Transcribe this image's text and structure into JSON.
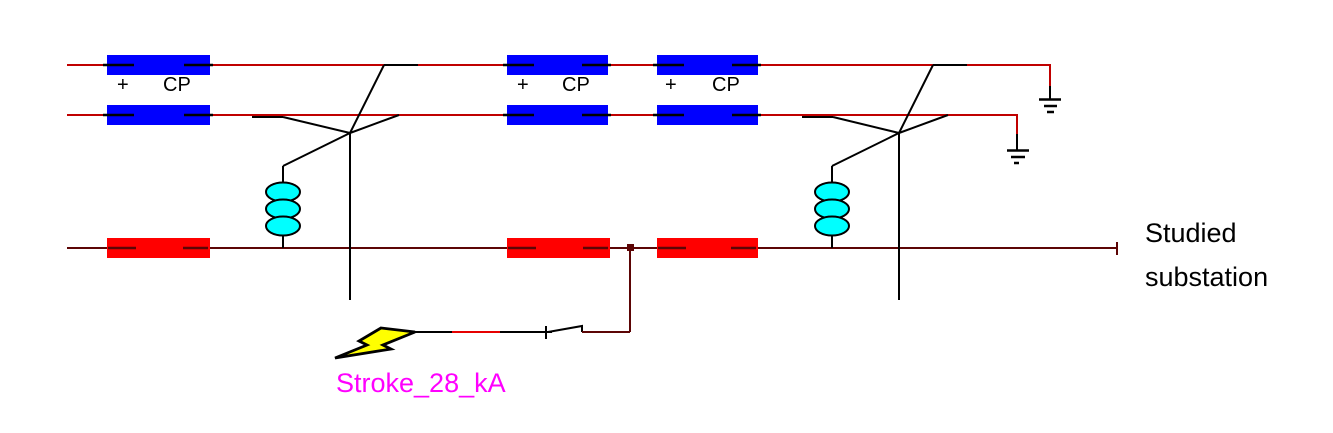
{
  "diagram": {
    "background": "#FFFFFF",
    "cp_sections": [
      {
        "plus": "+",
        "label": "CP"
      },
      {
        "plus": "+",
        "label": "CP"
      },
      {
        "plus": "+",
        "label": "CP"
      }
    ],
    "stroke_source": {
      "label": "Stroke_28_kA"
    },
    "substation": {
      "line1": "Studied",
      "line2": "substation"
    },
    "colors": {
      "wire_red": "#C00000",
      "wire_dark_red": "#5C0505",
      "wire_black": "#000000",
      "cp_block_blue": "#0000FF",
      "span_block_red": "#FF0000",
      "insulator_cyan": "#00FFFF",
      "bolt_yellow": "#FFFF00",
      "bolt_segment_red": "#E60000",
      "label_magenta": "#FF00FF",
      "label_black": "#000000"
    },
    "icons": {
      "lightning_stroke_icon": "yellow zigzag bolt polygon",
      "ground_icon": "three shrinking horizontal bars",
      "insulator_string_icon": "three stacked cyan discs",
      "plus_polarity_icon": "small black cross",
      "switch_blade_icon": "slanted line segment"
    }
  }
}
